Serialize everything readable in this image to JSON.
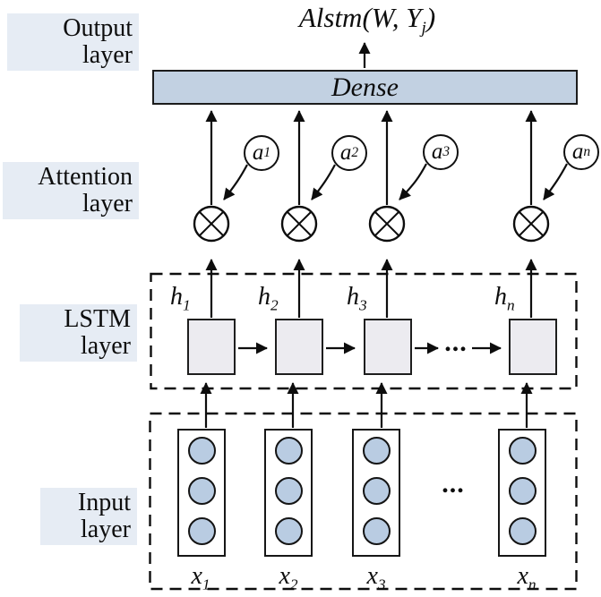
{
  "diagram_title": {
    "prefix": "Alstm(W, Y",
    "sub": "j",
    "suffix": ")"
  },
  "dense": {
    "label": "Dense"
  },
  "layers": {
    "output": {
      "label_line1": "Output",
      "label_line2": "layer"
    },
    "attention": {
      "label_line1": "Attention",
      "label_line2": "layer"
    },
    "lstm": {
      "label_line1": "LSTM",
      "label_line2": "layer"
    },
    "input": {
      "label_line1": "Input",
      "label_line2": "layer"
    }
  },
  "attention_weights": [
    {
      "base": "a",
      "sub": "1"
    },
    {
      "base": "a",
      "sub": "2"
    },
    {
      "base": "a",
      "sub": "3"
    },
    {
      "base": "a",
      "sub": "n"
    }
  ],
  "lstm_units": [
    {
      "base": "h",
      "sub": "1"
    },
    {
      "base": "h",
      "sub": "2"
    },
    {
      "base": "h",
      "sub": "3"
    },
    {
      "base": "h",
      "sub": "n"
    }
  ],
  "lstm_ellipsis": "...",
  "input_columns": [
    {
      "base": "x",
      "sub": "1",
      "neurons": 3
    },
    {
      "base": "x",
      "sub": "2",
      "neurons": 3
    },
    {
      "base": "x",
      "sub": "3",
      "neurons": 3
    },
    {
      "base": "x",
      "sub": "n",
      "neurons": 3
    }
  ],
  "input_ellipsis": "...",
  "colors": {
    "dense_fill": "#c2d1e2",
    "lstm_unit_fill": "#ecebf0",
    "neuron_fill": "#b9cce2",
    "label_highlight": "#e6ecf4",
    "stroke": "#111111"
  }
}
